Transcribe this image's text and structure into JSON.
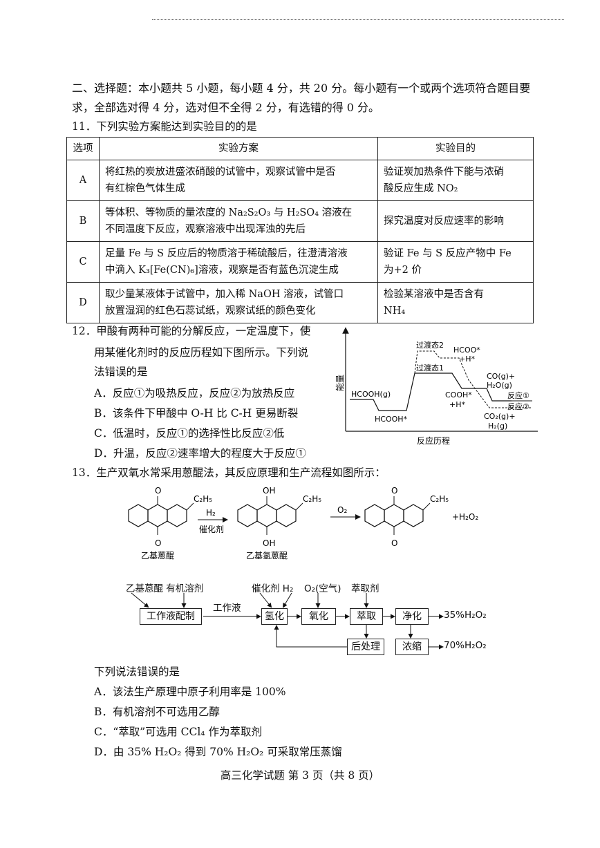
{
  "section": {
    "line1": "二、选择题：本小题共 5 小题，每小题 4 分，共 20 分。每小题有一个或两个选项符合题目要",
    "line2": "求，全部选对得 4 分，选对但不全得 2 分，有选错的得 0 分。"
  },
  "q11": {
    "stem": "11．下列实验方案能达到实验目的的是",
    "headers": [
      "选项",
      "实验方案",
      "实验目的"
    ],
    "rows": [
      {
        "opt": "A",
        "plan1": "将红热的炭放进盛浓硝酸的试管中，观察试管中是否",
        "plan2": "有红棕色气体生成",
        "goal1": "验证炭加热条件下能与浓硝",
        "goal2": "酸反应生成 NO₂"
      },
      {
        "opt": "B",
        "plan1": "等体积、等物质的量浓度的 Na₂S₂O₃ 与 H₂SO₄ 溶液在",
        "plan2": "不同温度下反应，观察溶液中出现浑浊的先后",
        "goal1": "探究温度对反应速率的影响",
        "goal2": ""
      },
      {
        "opt": "C",
        "plan1": "足量 Fe 与 S 反应后的物质溶于稀硫酸后，往澄清溶液",
        "plan2": "中滴入 K₃[Fe(CN)₆]溶液，观察是否有蓝色沉淀生成",
        "goal1": "验证 Fe 与 S 反应产物中 Fe",
        "goal2": "为+2 价"
      },
      {
        "opt": "D",
        "plan1": "取少量某液体于试管中，加入稀 NaOH 溶液，试管口",
        "plan2": "放置湿润的红色石蕊试纸，观察试纸的颜色变化",
        "goal1": "检验某溶液中是否含有",
        "goal2": "NH₄"
      }
    ]
  },
  "q12": {
    "l1": "12．甲酸有两种可能的分解反应，一定温度下，使",
    "l2": "用某催化剂时的反应历程如下图所示。下列说",
    "l3": "法错误的是",
    "A": "A．反应①为吸热反应，反应②为放热反应",
    "B": "B．该条件下甲酸中 O-H 比 C-H 更易断裂",
    "C": "C．低温时，反应①的选择性比反应②低",
    "D": "D．升温，反应②速率增大的程度大于反应①",
    "diagram": {
      "ylabel": "能量",
      "xlabel": "反应历程",
      "ts2": "过渡态2",
      "ts1": "过渡态1",
      "hcooh_g": "HCOOH(g)",
      "hcooh_ads": "HCOOH*",
      "hcoo": "HCOO*",
      "hcoo_h": "+H*",
      "cooh": "COOH*",
      "cooh_h": "+H*",
      "co": "CO(g)+",
      "h2o": "H₂O(g)",
      "co2": "CO₂(g)+",
      "h2": "H₂(g)",
      "r1": "反应①",
      "r2": "反应②"
    }
  },
  "q13": {
    "stem": "13．生产双氧水常采用蒽醌法，其反应原理和生产流程如图所示：",
    "scheme": {
      "c2h5": "C₂H₅",
      "o": "O",
      "oh": "OH",
      "h2": "H₂",
      "cat": "催化剂",
      "o2": "O₂",
      "h2o2": "+H₂O₂",
      "name1": "乙基蒽醌",
      "name2": "乙基氢蒽醌"
    },
    "flow": {
      "in1": "乙基蒽醌 有机溶剂",
      "in2": "催化剂  H₂",
      "in3": "O₂(空气)",
      "in4": "萃取剂",
      "box1": "工作液配制",
      "mid": "工作液",
      "box2": "氢化",
      "box3": "氧化",
      "box4": "萃取",
      "box5": "净化",
      "box6": "后处理",
      "box7": "浓缩",
      "out1": "35%H₂O₂",
      "out2": "70%H₂O₂"
    },
    "ask": "下列说法错误的是",
    "A": "A．该法生产原理中原子利用率是 100%",
    "B": "B．有机溶剂不可选用乙醇",
    "C": "C．“萃取”可选用  CCl₄ 作为萃取剂",
    "D": "D．由 35% H₂O₂ 得到 70% H₂O₂ 可采取常压蒸馏"
  },
  "footer": "高三化学试题 第 3 页（共 8 页）"
}
